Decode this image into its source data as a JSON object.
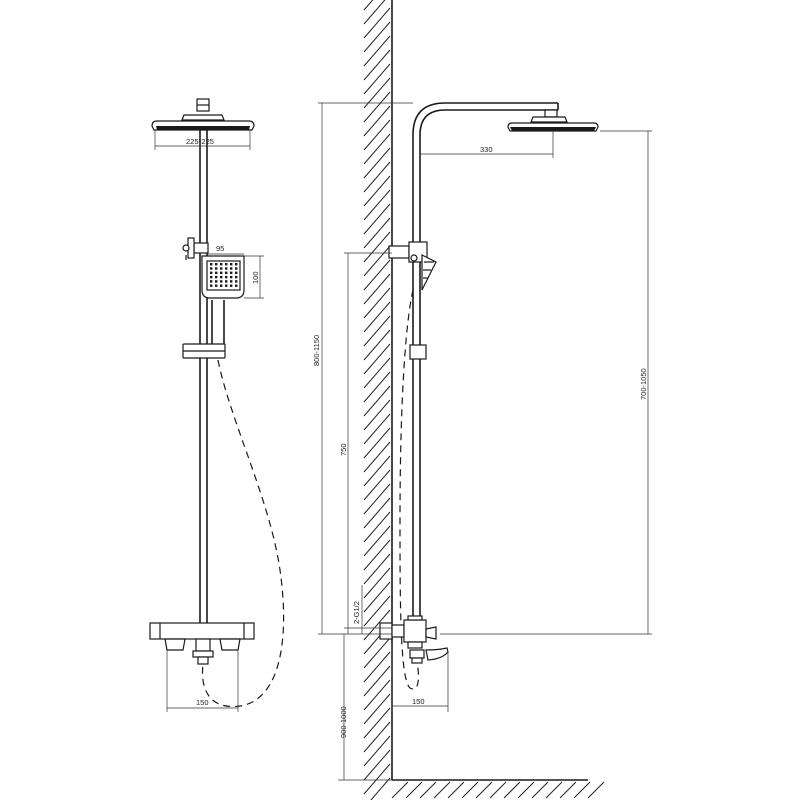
{
  "dimensions": {
    "head_width": "225*225",
    "handshower_width": "95",
    "handshower_height": "100",
    "mixer_spacing_front": "150",
    "column_height": "800-1150",
    "slide_bar_height": "750",
    "inlet_thread": "2-G1/2",
    "install_height": "900-1000",
    "mixer_spacing_side": "150",
    "arm_reach": "330",
    "head_height_range": "700-1050"
  },
  "colors": {
    "line": "#1a1a1a",
    "background": "#ffffff"
  }
}
